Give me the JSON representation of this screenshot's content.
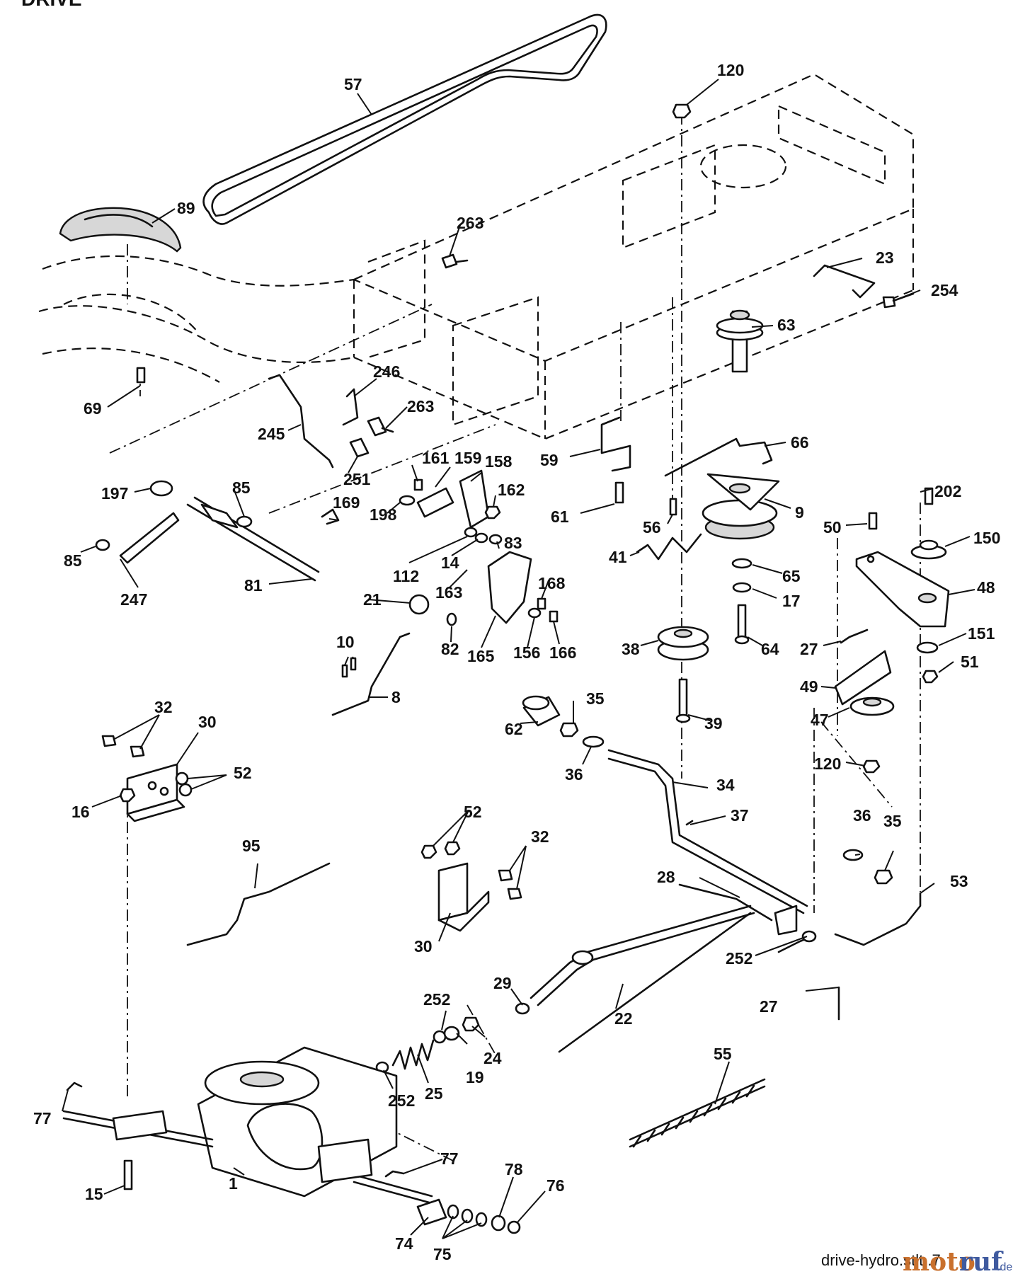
{
  "header": {
    "title": "DRIVE"
  },
  "footer": {
    "code": "drive-hydro.stlt..7",
    "watermark_a": "moto",
    "watermark_b": "ruf",
    "watermark_c": ".de"
  },
  "callouts": {
    "c1": "1",
    "c8": "8",
    "c9": "9",
    "c10": "10",
    "c14": "14",
    "c15": "15",
    "c16": "16",
    "c17": "17",
    "c19": "19",
    "c21": "21",
    "c22": "22",
    "c23": "23",
    "c24": "24",
    "c25": "25",
    "c27": "27",
    "c28": "28",
    "c29": "29",
    "c30": "30",
    "c32": "32",
    "c34": "34",
    "c35": "35",
    "c36": "36",
    "c37": "37",
    "c38": "38",
    "c39": "39",
    "c41": "41",
    "c47": "47",
    "c48": "48",
    "c49": "49",
    "c50": "50",
    "c51": "51",
    "c52": "52",
    "c53": "53",
    "c55": "55",
    "c56": "56",
    "c57": "57",
    "c59": "59",
    "c61": "61",
    "c62": "62",
    "c63": "63",
    "c64": "64",
    "c65": "65",
    "c66": "66",
    "c69": "69",
    "c74": "74",
    "c75": "75",
    "c76": "76",
    "c77": "77",
    "c78": "78",
    "c81": "81",
    "c82": "82",
    "c83": "83",
    "c85": "85",
    "c89": "89",
    "c95": "95",
    "c112": "112",
    "c120": "120",
    "c150": "150",
    "c151": "151",
    "c156": "156",
    "c158": "158",
    "c159": "159",
    "c161": "161",
    "c162": "162",
    "c163": "163",
    "c165": "165",
    "c166": "166",
    "c168": "168",
    "c169": "169",
    "c197": "197",
    "c198": "198",
    "c202": "202",
    "c245": "245",
    "c246": "246",
    "c247": "247",
    "c251": "251",
    "c252": "252",
    "c254": "254",
    "c263": "263"
  }
}
